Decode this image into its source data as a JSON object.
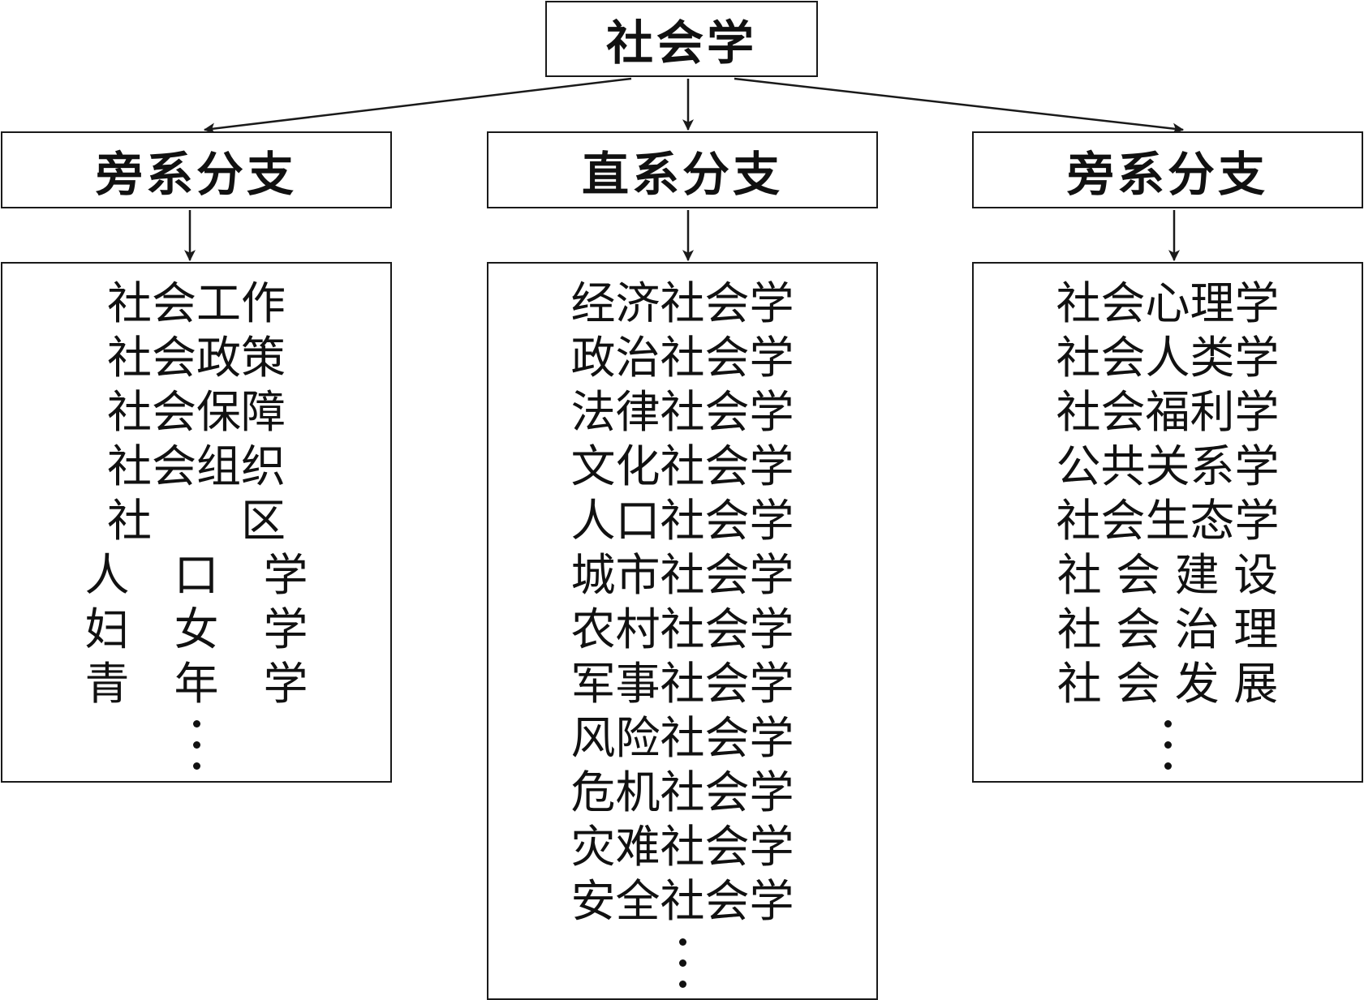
{
  "root": {
    "label": "社会学"
  },
  "branches": [
    {
      "label": "旁系分支",
      "items": [
        "社会工作",
        "社会政策",
        "社会保障",
        "社会组织",
        "社　　区",
        "人　口　学",
        "妇　女　学",
        "青　年　学"
      ],
      "continuation": "⋮"
    },
    {
      "label": "直系分支",
      "items": [
        "经济社会学",
        "政治社会学",
        "法律社会学",
        "文化社会学",
        "人口社会学",
        "城市社会学",
        "农村社会学",
        "军事社会学",
        "风险社会学",
        "危机社会学",
        "灾难社会学",
        "安全社会学"
      ],
      "continuation": "⋮"
    },
    {
      "label": "旁系分支",
      "items": [
        "社会心理学",
        "社会人类学",
        "社会福利学",
        "公共关系学",
        "社会生态学",
        "社 会 建 设",
        "社 会 治 理",
        "社 会 发 展"
      ],
      "continuation": "⋮"
    }
  ],
  "colors": {
    "line": "#1a1a1a",
    "text": "#111111",
    "background": "#ffffff"
  }
}
